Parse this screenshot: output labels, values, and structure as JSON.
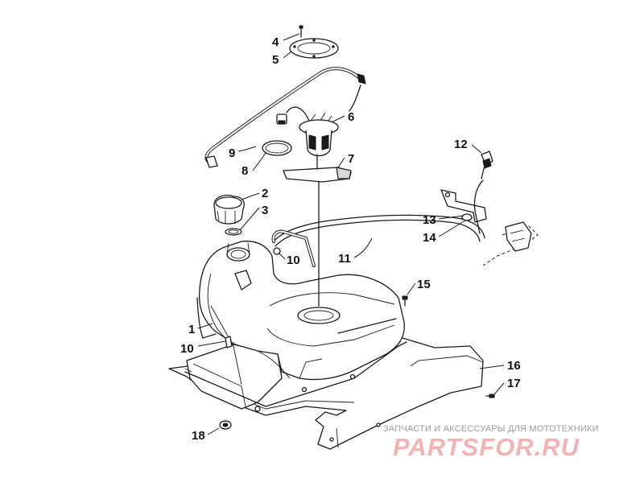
{
  "callouts": [
    {
      "label": "1"
    },
    {
      "label": "2"
    },
    {
      "label": "3"
    },
    {
      "label": "4"
    },
    {
      "label": "5"
    },
    {
      "label": "6"
    },
    {
      "label": "7"
    },
    {
      "label": "8"
    },
    {
      "label": "9"
    },
    {
      "label": "10"
    },
    {
      "label": "10"
    },
    {
      "label": "11"
    },
    {
      "label": "12"
    },
    {
      "label": "13"
    },
    {
      "label": "14"
    },
    {
      "label": "15"
    },
    {
      "label": "16"
    },
    {
      "label": "17"
    },
    {
      "label": "18"
    }
  ],
  "watermark": {
    "tagline": "ЗАПЧАСТИ И АКСЕССУАРЫ ДЛЯ МОТОТЕХНИКИ",
    "logo": "PARTSFOR.RU",
    "color": "#f1b3b3"
  }
}
